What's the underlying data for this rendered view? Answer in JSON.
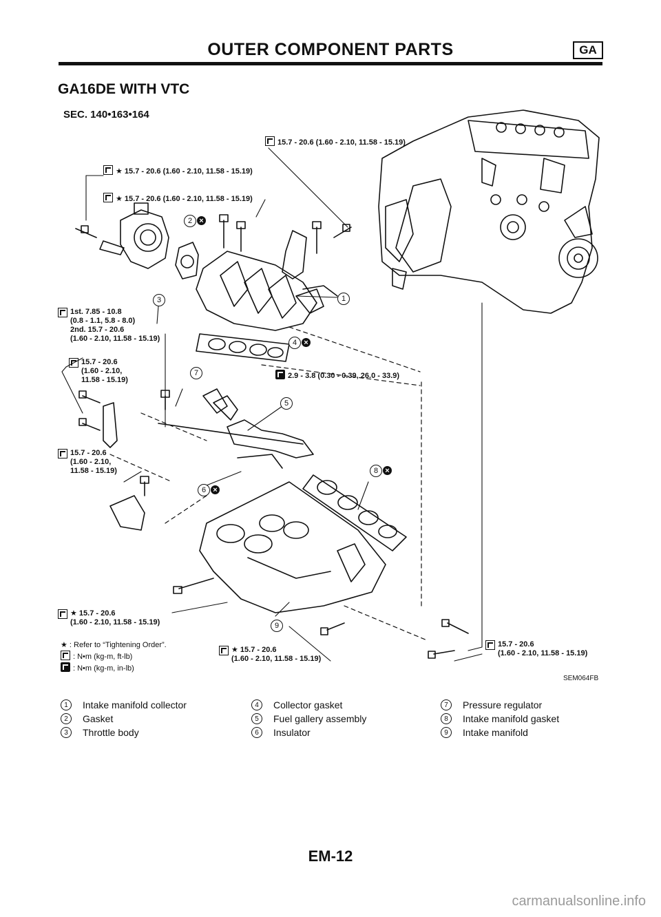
{
  "header": {
    "title": "OUTER COMPONENT PARTS",
    "badge": "GA"
  },
  "subtitle": "GA16DE WITH VTC",
  "section": "SEC. 140•163•164",
  "torque_specs": {
    "top_right": "15.7 - 20.6 (1.60 - 2.10, 11.58 - 15.19)",
    "star_1": "★ 15.7 - 20.6 (1.60 - 2.10, 11.58 - 15.19)",
    "star_2": "★ 15.7 - 20.6 (1.60 - 2.10, 11.58 - 15.19)",
    "stage": "1st. 7.85 - 10.8\n(0.8 - 1.1, 5.8 - 8.0)\n2nd. 15.7 - 20.6\n(1.60 - 2.10, 11.58 - 15.19)",
    "left_mid": "15.7 - 20.6\n(1.60 - 2.10,\n11.58 - 15.19)",
    "left_low": "15.7 - 20.6\n(1.60 - 2.10,\n11.58 - 15.19)",
    "inlb": "2.9 - 3.8 (0.30 - 0.39, 26.0 - 33.9)",
    "bottom_left": "★ 15.7 - 20.6\n(1.60 - 2.10, 11.58 - 15.19)",
    "bottom_mid": "★ 15.7 - 20.6\n(1.60 - 2.10, 11.58 - 15.19)",
    "bottom_right": "15.7 - 20.6\n(1.60 - 2.10, 11.58 - 15.19)"
  },
  "callouts": {
    "c1": "1",
    "c2": "2",
    "c3": "3",
    "c4": "4",
    "c5": "5",
    "c6": "6",
    "c7": "7",
    "c8": "8",
    "c9": "9"
  },
  "legend": {
    "star": "★ : Refer to “Tightening Order”.",
    "nm_ftlb": ": N•m (kg-m, ft-lb)",
    "nm_inlb": ": N•m (kg-m, in-lb)"
  },
  "figure_code": "SEM064FB",
  "parts": [
    {
      "num": "1",
      "name": "Intake manifold collector"
    },
    {
      "num": "2",
      "name": "Gasket"
    },
    {
      "num": "3",
      "name": "Throttle body"
    },
    {
      "num": "4",
      "name": "Collector gasket"
    },
    {
      "num": "5",
      "name": "Fuel gallery assembly"
    },
    {
      "num": "6",
      "name": "Insulator"
    },
    {
      "num": "7",
      "name": "Pressure regulator"
    },
    {
      "num": "8",
      "name": "Intake manifold gasket"
    },
    {
      "num": "9",
      "name": "Intake manifold"
    }
  ],
  "page_number": "EM-12",
  "watermark": "carmanualsonline.info"
}
